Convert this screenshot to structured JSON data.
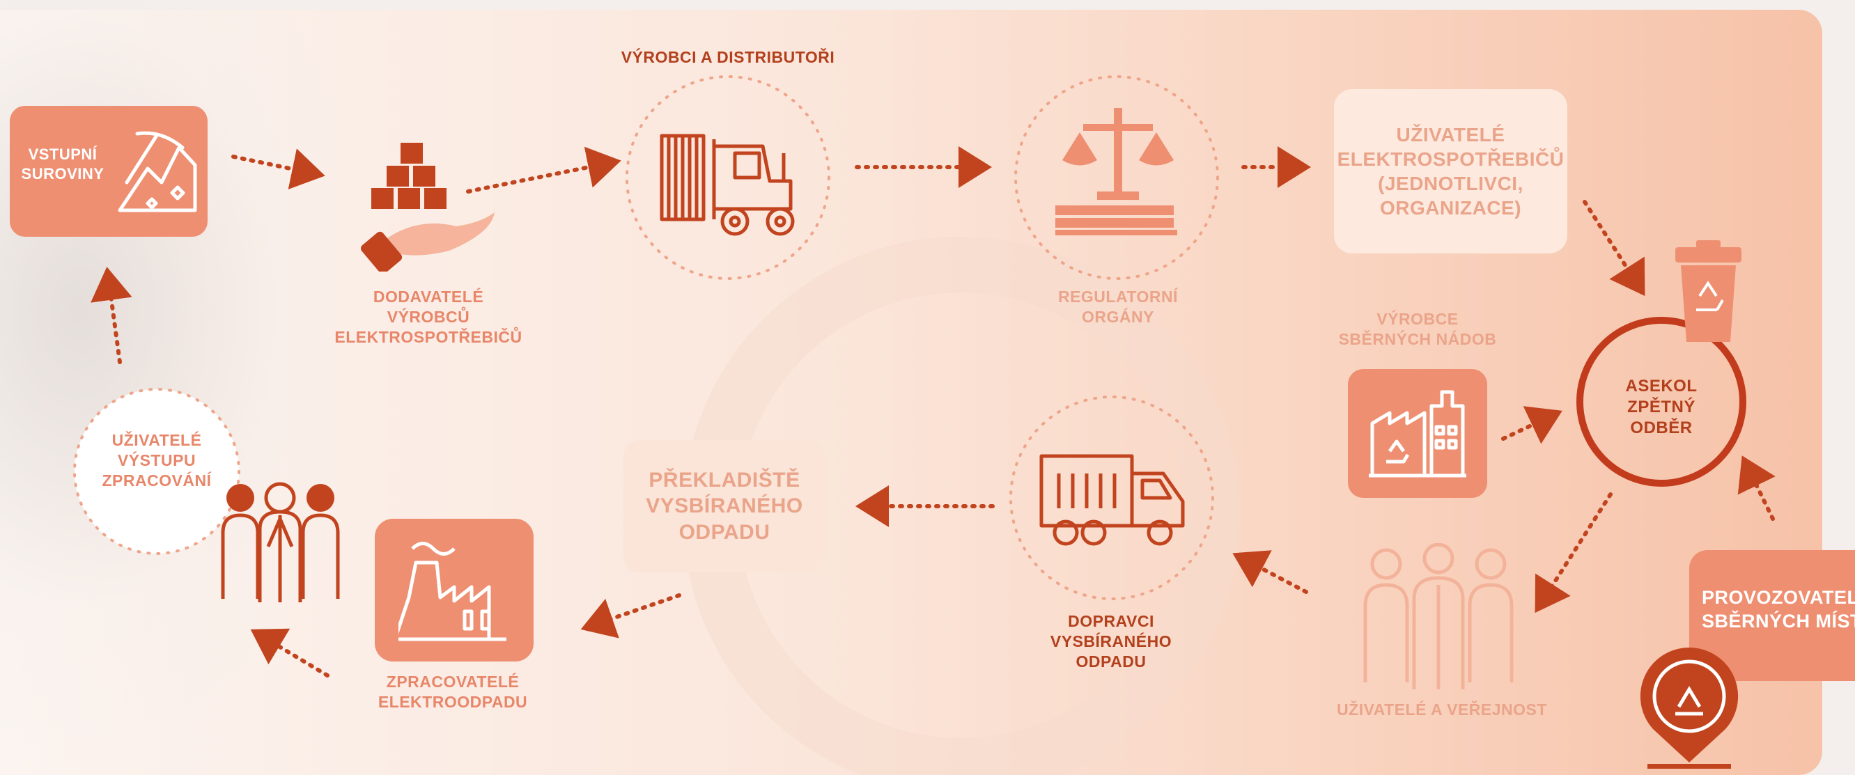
{
  "nodes": {
    "vstupni_suroviny": "VSTUPNÍ\nSUROVINY",
    "dodavatele": "DODAVATELÉ VÝROBCŮ\nELEKTROSPOTŘEBIČŮ",
    "vyrobci": "VÝROBCI A DISTRIBUTOŘI",
    "regulatorni": "REGULATORNÍ ORGÁNY",
    "uzivatele_elektro": "UŽIVATELÉ\nELEKTROSPOTŘEBIČŮ\n(JEDNOTLIVCI,\nORGANIZACE)",
    "vyrobce_nadob": "VÝROBCE\nSBĚRNÝCH NÁDOB",
    "asekol": "ASEKOL\nZPĚTNÝ ODBĚR",
    "provozovatele": "PROVOZOVATELÉ\nSBĚRNÝCH MÍST",
    "uzivatele_verejnost": "UŽIVATELÉ A VEŘEJNOST",
    "dopravci": "DOPRAVCI VYSBÍRANÉHO\nODPADU",
    "prekladiste": "PŘEKLADIŠTĚ\nVYSBÍRANÉHO\nODPADU",
    "zpracovatele": "ZPRACOVATELÉ\nELEKTROODPADU",
    "uzivatele_vystupu": "UŽIVATELÉ\nVÝSTUPU\nZPRACOVÁNÍ"
  },
  "colors": {
    "dark": "#b3401d",
    "accent": "#ee8f72",
    "light": "#eaa48a",
    "ring": "#c23b1c"
  },
  "icons": [
    "pickaxe-icon",
    "boxes-hand-icon",
    "forklift-icon",
    "scales-icon",
    "recycle-bin-icon",
    "factory-icon",
    "map-pin-recycle-icon",
    "people-icon",
    "truck-icon",
    "refinery-icon",
    "workers-icon"
  ]
}
